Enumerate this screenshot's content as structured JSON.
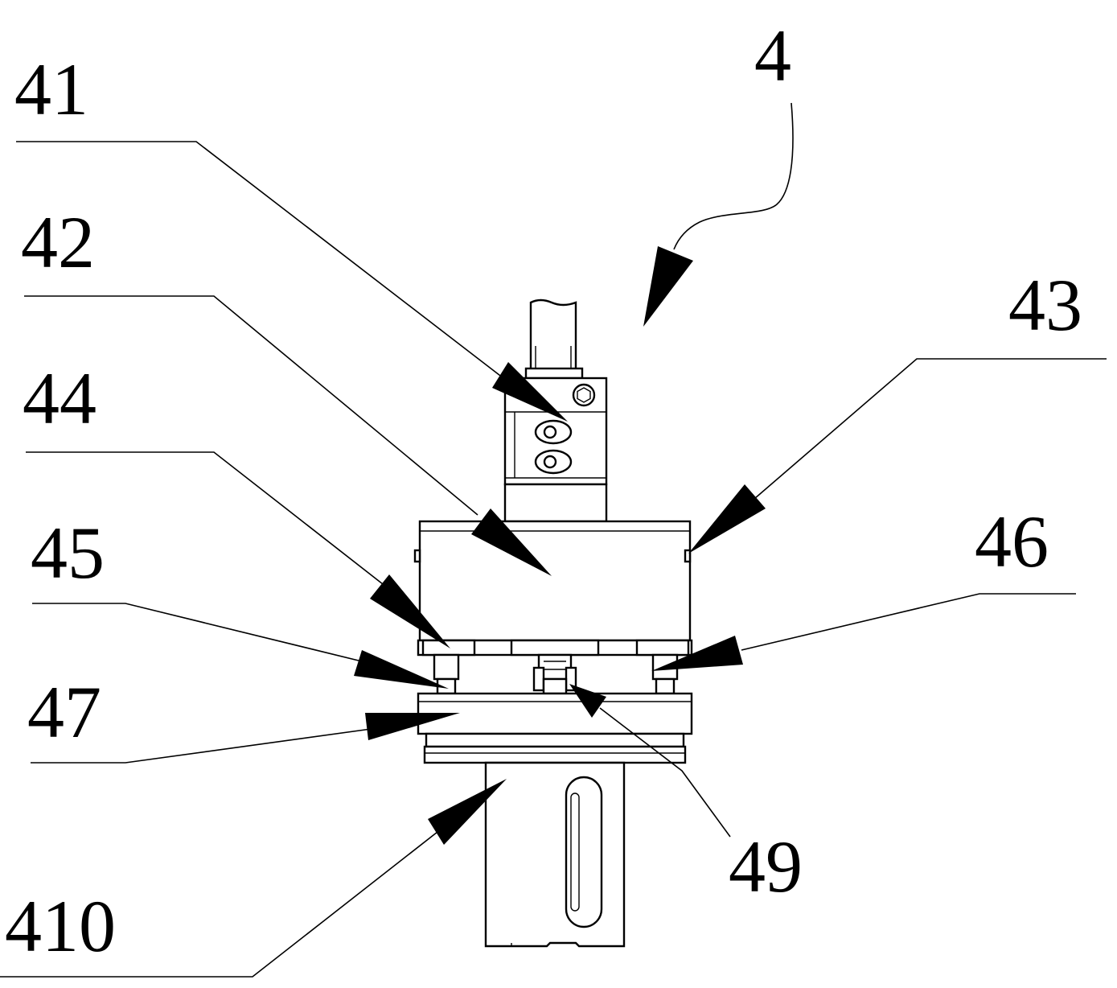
{
  "figure": {
    "labels": {
      "assembly": "4",
      "part_41": "41",
      "part_42": "42",
      "part_43": "43",
      "part_44": "44",
      "part_45": "45",
      "part_46": "46",
      "part_47": "47",
      "part_49": "49",
      "part_410": "410"
    },
    "colors": {
      "ink": "#000000",
      "paper": "#ffffff"
    }
  }
}
